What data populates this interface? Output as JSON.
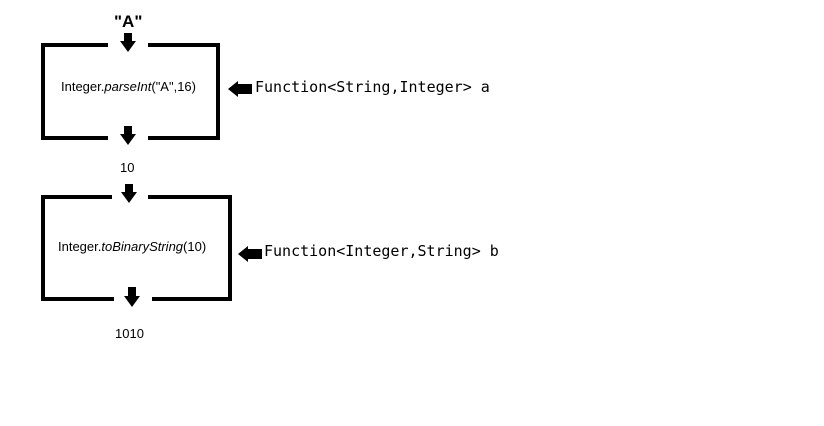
{
  "input_value": "\"A\"",
  "box1": {
    "expr_class": "Integer.",
    "expr_method": "parseInt",
    "expr_args": "(\"A\",16)"
  },
  "box1_output": "10",
  "box1_type": "Function<String,Integer> a",
  "box2": {
    "expr_class": "Integer.",
    "expr_method": "toBinaryString",
    "expr_args": "(10)"
  },
  "box2_output": "1010",
  "box2_type": "Function<Integer,String> b"
}
